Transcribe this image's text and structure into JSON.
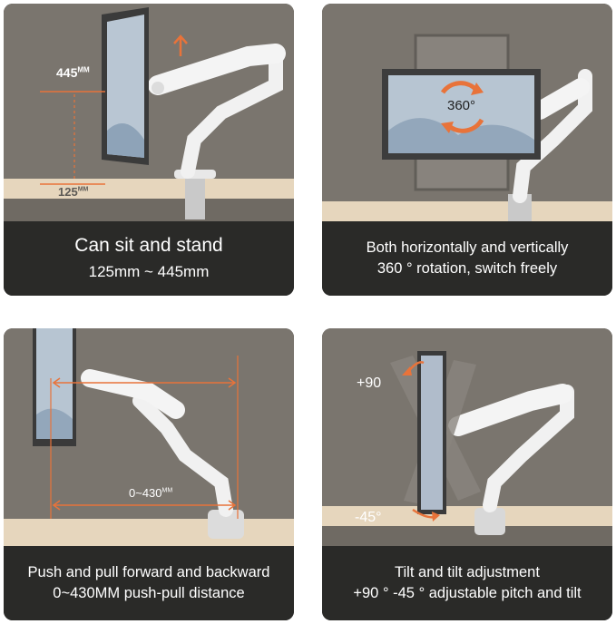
{
  "panels": [
    {
      "caption_line1": "Can sit and stand",
      "caption_line2": "125mm ~ 445mm",
      "label_top_num": "445",
      "label_top_unit": "MM",
      "label_bottom_num": "125",
      "label_bottom_unit": "MM"
    },
    {
      "caption_line1": "Both horizontally and vertically",
      "caption_line2": "360 ° rotation, switch freely",
      "rotation_label": "360°"
    },
    {
      "caption_line1": "Push and pull forward and backward",
      "caption_line2": "0~430MM push-pull distance",
      "distance_num": "0~430",
      "distance_unit": "MM"
    },
    {
      "caption_line1": "Tilt and tilt adjustment",
      "caption_line2": "+90 ° -45 ° adjustable pitch and tilt",
      "tilt_up_label": "+90",
      "tilt_down_label": "-45°"
    }
  ],
  "colors": {
    "accent_orange": "#e8733a",
    "wall": "#7a756e",
    "desk": "#e6d6bd",
    "caption_bg": "#2a2a28",
    "arm": "#eeeeee"
  }
}
